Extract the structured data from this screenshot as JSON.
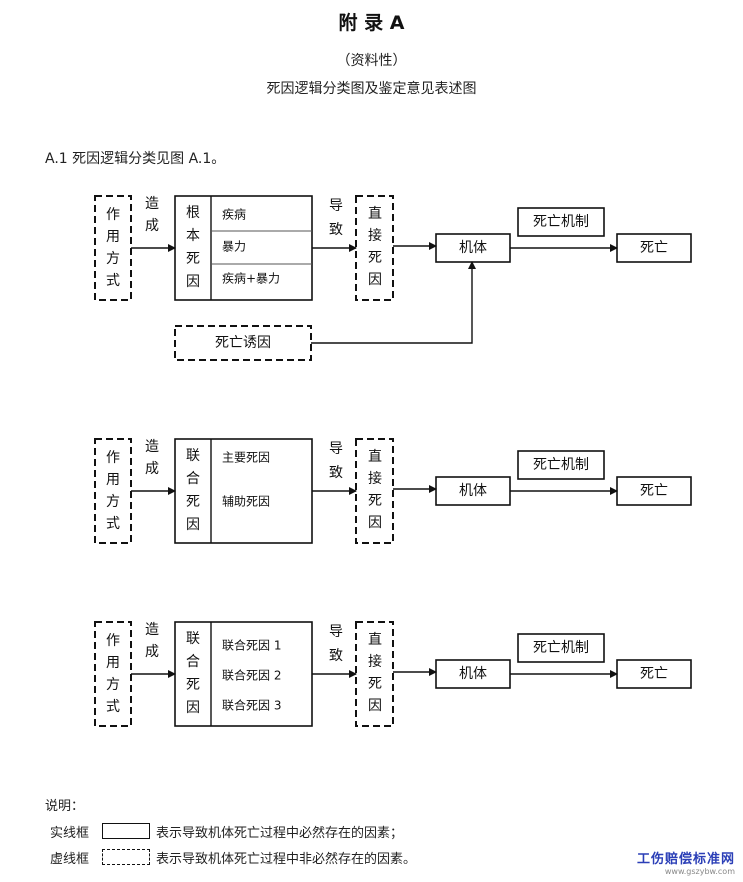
{
  "header": {
    "title": "附 录 A",
    "subtitle1": "（资料性）",
    "subtitle2": "死因逻辑分类图及鉴定意见表述图"
  },
  "section": {
    "text": "A.1 死因逻辑分类见图 A.1。"
  },
  "diagrams": [
    {
      "mode": [
        "作",
        "用",
        "方",
        "式"
      ],
      "cause_verb": [
        "造",
        "成"
      ],
      "cause_group": [
        "根",
        "本",
        "死",
        "因"
      ],
      "cause_items": [
        "疾病",
        "暴力",
        "疾病+暴力"
      ],
      "lead_verb": [
        "导",
        "致"
      ],
      "direct": [
        "直",
        "接",
        "死",
        "因"
      ],
      "body": "机体",
      "mechanism": "死亡机制",
      "death": "死亡",
      "trigger": "死亡诱因"
    },
    {
      "mode": [
        "作",
        "用",
        "方",
        "式"
      ],
      "cause_verb": [
        "造",
        "成"
      ],
      "cause_group": [
        "联",
        "合",
        "死",
        "因"
      ],
      "cause_items": [
        "主要死因",
        "辅助死因"
      ],
      "lead_verb": [
        "导",
        "致"
      ],
      "direct": [
        "直",
        "接",
        "死",
        "因"
      ],
      "body": "机体",
      "mechanism": "死亡机制",
      "death": "死亡"
    },
    {
      "mode": [
        "作",
        "用",
        "方",
        "式"
      ],
      "cause_verb": [
        "造",
        "成"
      ],
      "cause_group": [
        "联",
        "合",
        "死",
        "因"
      ],
      "cause_items": [
        "联合死因 1",
        "联合死因 2",
        "联合死因 3"
      ],
      "lead_verb": [
        "导",
        "致"
      ],
      "direct": [
        "直",
        "接",
        "死",
        "因"
      ],
      "body": "机体",
      "mechanism": "死亡机制",
      "death": "死亡"
    }
  ],
  "notes": {
    "heading": "说明：",
    "solid_label": "实线框",
    "solid_desc": "表示导致机体死亡过程中必然存在的因素；",
    "dashed_label": "虚线框",
    "dashed_desc": "表示导致机体死亡过程中非必然存在的因素。"
  },
  "watermark": {
    "title": "工伤赔偿标准网",
    "url": "www.gszybw.com"
  }
}
